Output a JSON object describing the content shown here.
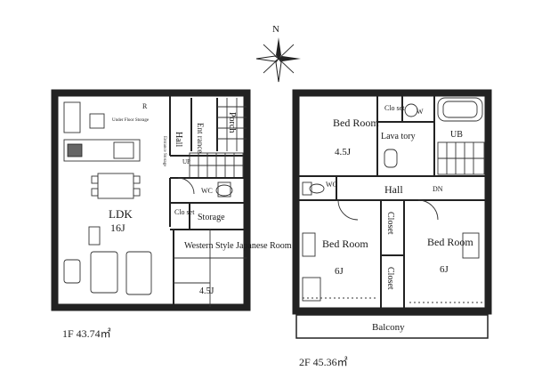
{
  "compass": {
    "north": "N"
  },
  "floor1": {
    "caption": "1F 43.74㎡",
    "rooms": {
      "ldk": "LDK",
      "ldk_size": "16J",
      "hall": "Hall",
      "entrance": "Ent rance",
      "porch": "Porch",
      "under_floor_storage": "Under Floor Storage",
      "refrigerator": "R",
      "up": "UP",
      "wc": "WC",
      "closet": "Clo set",
      "storage": "Storage",
      "japanese_room": "Western Style Japanese Room",
      "japanese_room_size": "4.5J",
      "shoe_box": "Entrance Storage"
    }
  },
  "floor2": {
    "caption": "2F 45.36㎡",
    "rooms": {
      "bed1": "Bed Room",
      "bed1_size": "4.5J",
      "closet_top": "Clo set",
      "lavatory": "Lava tory",
      "washer": "W",
      "ub": "UB",
      "wc": "WC",
      "hall": "Hall",
      "dn": "DN",
      "bed2": "Bed Room",
      "bed2_size": "6J",
      "bed3": "Bed Room",
      "bed3_size": "6J",
      "closet_a": "Closet",
      "closet_b": "Closet",
      "balcony": "Balcony"
    }
  }
}
